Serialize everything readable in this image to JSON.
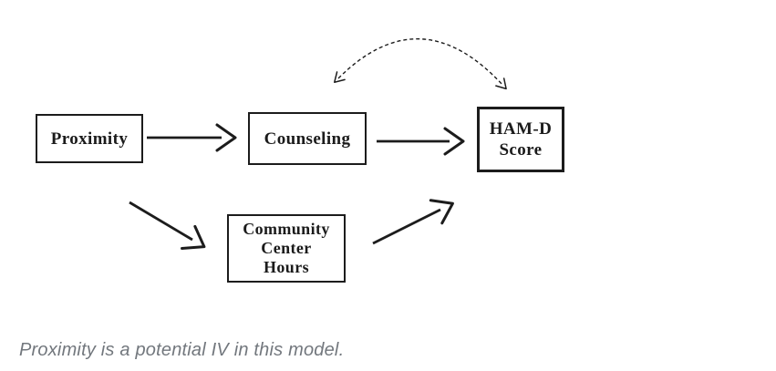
{
  "diagram": {
    "nodes": {
      "proximity": {
        "label": "Proximity"
      },
      "counseling": {
        "label": "Counseling"
      },
      "hamd": {
        "label": "HAM-D\nScore"
      },
      "community_center_hours": {
        "label": "Community\nCenter\nHours"
      }
    },
    "edges": [
      {
        "from": "Proximity",
        "to": "Counseling",
        "style": "solid-arrow"
      },
      {
        "from": "Counseling",
        "to": "HAM-D Score",
        "style": "solid-arrow"
      },
      {
        "from": "Proximity",
        "to": "Community Center Hours",
        "style": "solid-arrow"
      },
      {
        "from": "Community Center Hours",
        "to": "HAM-D Score",
        "style": "solid-arrow"
      },
      {
        "from": "Counseling",
        "to": "HAM-D Score",
        "style": "dashed-curved-double-headed-arrow"
      }
    ],
    "colors": {
      "box_border": "#1c1c1c",
      "box_text": "#1b1b1b",
      "arrow": "#1c1c1c",
      "background": "#ffffff"
    }
  },
  "caption": {
    "text": "Proximity is a potential IV in this model.",
    "color": "#72777d"
  }
}
